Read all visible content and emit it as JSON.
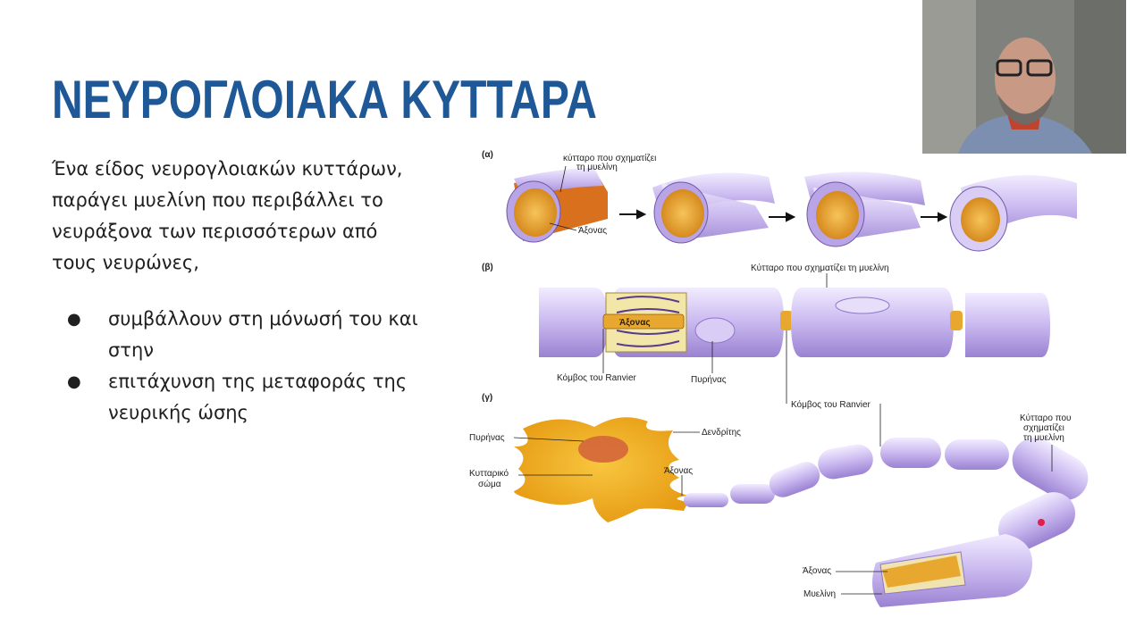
{
  "slide": {
    "title": "ΝΕΥΡΟΓΛΟΙΑΚΑ ΚΥΤΤΑΡΑ",
    "intro_lines": [
      "Ένα είδος νευρογλοιακών κυττάρων,",
      "παράγει μυελίνη που περιβάλλει το",
      "νευράξονα των περισσότερων από",
      "τους νευρώνες,"
    ],
    "bullets": [
      {
        "symbol": "●",
        "lines": [
          "συμβάλλουν στη μόνωσή του και",
          "στην"
        ]
      },
      {
        "symbol": "●",
        "lines": [
          "επιτάχυνση της μεταφοράς της",
          "νευρικής ώσης"
        ]
      }
    ]
  },
  "figure": {
    "panel_a": {
      "tag": "(α)",
      "label_cell_1": "κύτταρο που σχηματίζει",
      "label_cell_2": "τη μυελίνη",
      "label_axon": "Άξονας"
    },
    "panel_b": {
      "tag": "(β)",
      "label_cell": "Κύτταρο που σχηματίζει τη μυελίνη",
      "label_axon_inner": "Άξονας",
      "label_node": "Κόμβος του Ranvier",
      "label_nucleus": "Πυρήνας",
      "label_node_2": "Κόμβος του Ranvier"
    },
    "panel_c": {
      "tag": "(γ)",
      "label_nucleus": "Πυρήνας",
      "label_dendrite": "Δενδρίτης",
      "label_body_1": "Κυτταρικό",
      "label_body_2": "σώμα",
      "label_axon": "Άξονας",
      "label_cell_1": "Κύτταρο που",
      "label_cell_2": "σχηματίζει",
      "label_cell_3": "τη μυελίνη",
      "label_axon_2": "Άξονας",
      "label_myelin": "Μυελίνη"
    },
    "colors": {
      "myelin": "#c8b6ee",
      "myelin_dark": "#8f76c9",
      "axon": "#e8a830",
      "cell_body": "#f0b020",
      "nucleus": "#d2603a"
    }
  },
  "webcam": {
    "icon": "presenter-video-icon"
  },
  "colors": {
    "title": "#1f5896",
    "text": "#202020",
    "background": "#ffffff"
  }
}
